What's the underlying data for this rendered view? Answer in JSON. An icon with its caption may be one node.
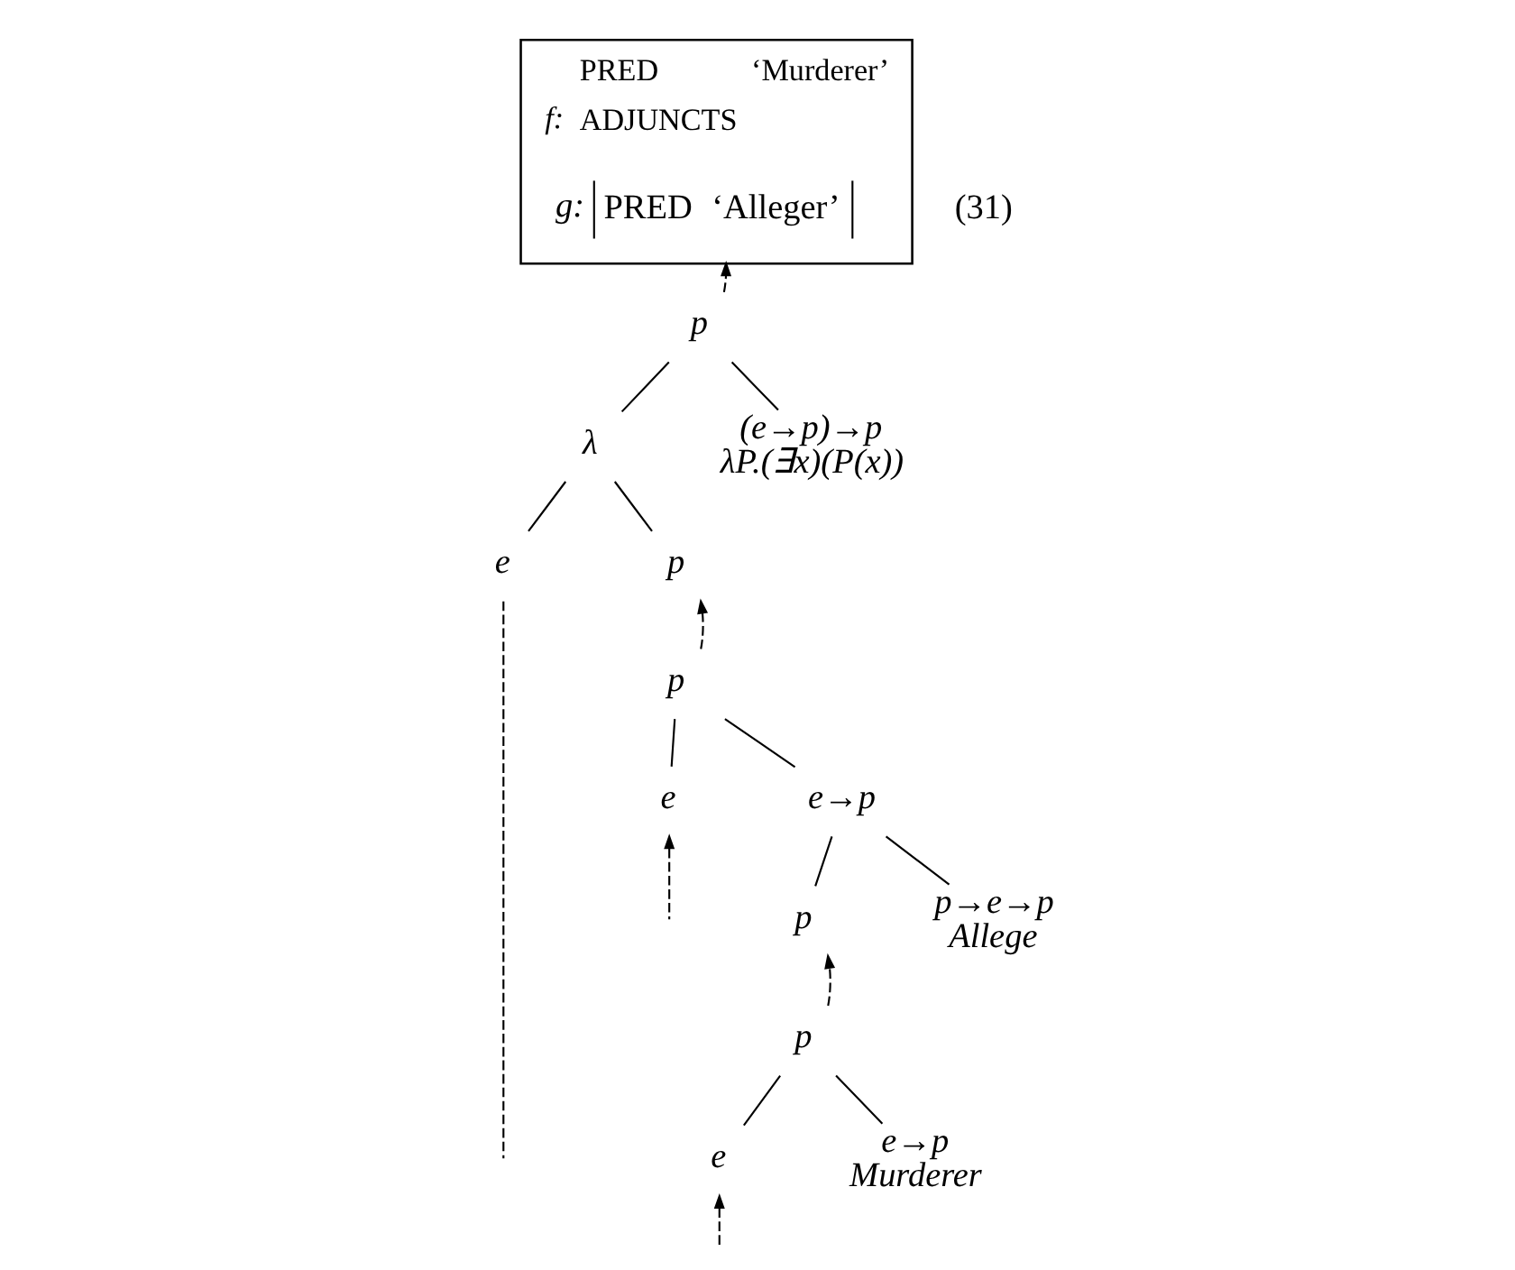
{
  "diagram": {
    "nodes": [
      {
        "text": [
          "f:",
          "PRED",
          "‘Murderer’",
          "ADJUNCTS"
        ]
      },
      {
        "text": [
          "g:",
          "PRED",
          "‘Alleger’"
        ],
        "in": 0
      },
      {
        "text": [
          "p"
        ]
      },
      {
        "text": [
          "λ"
        ]
      },
      {
        "text": [
          "(e→p)→p",
          "λP.(∃x)(P(x))"
        ]
      },
      {
        "text": [
          "e"
        ]
      },
      {
        "text": [
          "p"
        ]
      },
      {
        "text": [
          "p"
        ]
      },
      {
        "text": [
          "e"
        ]
      },
      {
        "text": [
          "e→p"
        ]
      },
      {
        "text": [
          "p"
        ]
      },
      {
        "text": [
          "p→e→p",
          "Allege"
        ]
      },
      {
        "text": [
          "p"
        ]
      },
      {
        "text": [
          "e"
        ]
      },
      {
        "text": [
          "e→p",
          "Murderer"
        ]
      }
    ],
    "edges": [
      {
        "from": 2,
        "to": 0,
        "arrow": "to",
        "style": "dashed"
      },
      {
        "from": 2,
        "to": 3,
        "arrow": "none"
      },
      {
        "from": 2,
        "to": 4,
        "arrow": "none"
      },
      {
        "from": 3,
        "to": 5,
        "arrow": "none"
      },
      {
        "from": 3,
        "to": 6,
        "arrow": "none"
      },
      {
        "from": 5,
        "to": null,
        "arrow": "none",
        "style": "dashed"
      },
      {
        "from": 7,
        "to": 6,
        "arrow": "to",
        "style": "dashed"
      },
      {
        "from": 7,
        "to": 8,
        "arrow": "none"
      },
      {
        "from": 7,
        "to": 9,
        "arrow": "none"
      },
      {
        "from": null,
        "to": 8,
        "arrow": "to",
        "style": "dashed"
      },
      {
        "from": 9,
        "to": 10,
        "arrow": "none"
      },
      {
        "from": 9,
        "to": 11,
        "arrow": "none"
      },
      {
        "from": 12,
        "to": 10,
        "arrow": "to",
        "style": "dashed"
      },
      {
        "from": 12,
        "to": 13,
        "arrow": "none"
      },
      {
        "from": 12,
        "to": 14,
        "arrow": "none"
      },
      {
        "from": null,
        "to": 13,
        "arrow": "to",
        "style": "dashed"
      }
    ],
    "labels": [
      "(31)"
    ]
  }
}
